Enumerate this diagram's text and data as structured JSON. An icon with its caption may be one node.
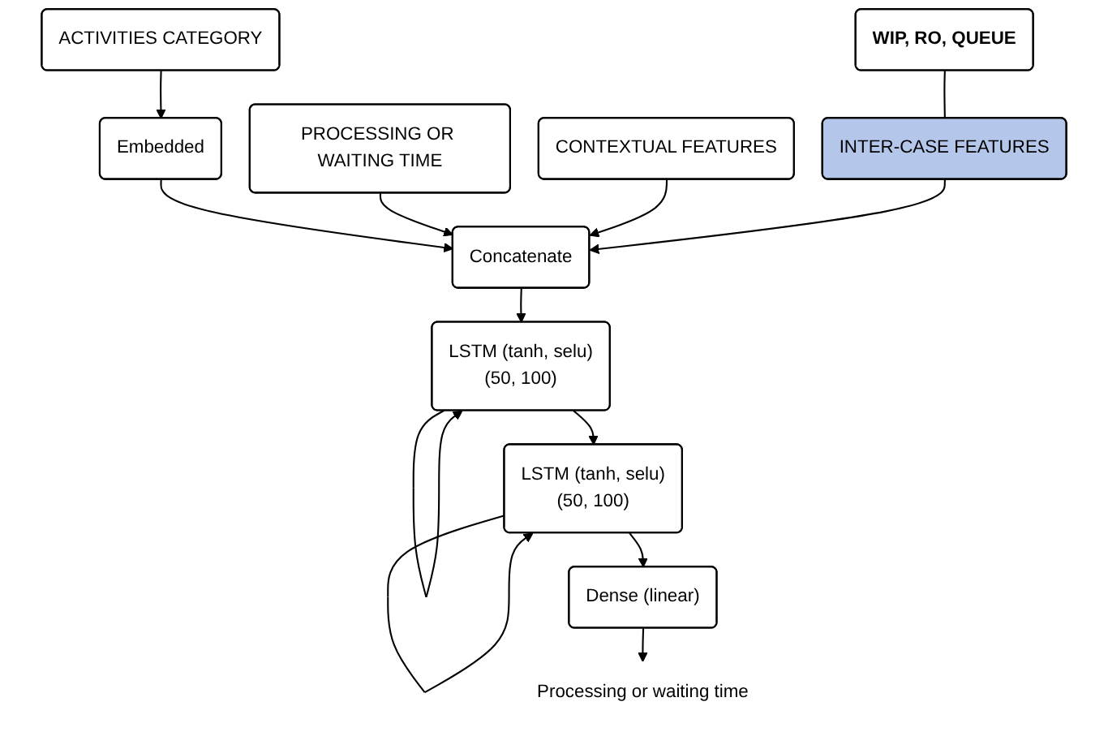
{
  "diagram": {
    "nodes": [
      {
        "text": [
          "ACTIVITIES CATEGORY"
        ]
      },
      {
        "text": [
          "PROCESSING OR WAITING TIME"
        ]
      },
      {
        "text": [
          "CONTEXTUAL FEATURES"
        ]
      },
      {
        "text": [
          "INTER-CASE FEATURES"
        ]
      },
      {
        "text": [
          "WIP, RO, QUEUE"
        ]
      },
      {
        "text": [
          "Embedded"
        ]
      },
      {
        "text": [
          "Concatenate"
        ]
      },
      {
        "text": [
          "LSTM (tanh, selu)",
          "(50, 100)"
        ]
      },
      {
        "text": [
          "LSTM (tanh, selu)",
          "(50, 100)"
        ]
      },
      {
        "text": [
          "Dense (linear)"
        ]
      },
      {
        "text": [
          "Processing or waiting time"
        ]
      }
    ],
    "edges": [
      {
        "from": 4,
        "to": 3,
        "arrow": "none"
      },
      {
        "from": 0,
        "to": 5,
        "arrow": "to"
      },
      {
        "from": 5,
        "to": 6,
        "arrow": "to"
      },
      {
        "from": 1,
        "to": 6,
        "arrow": "to"
      },
      {
        "from": 2,
        "to": 6,
        "arrow": "to"
      },
      {
        "from": 3,
        "to": 6,
        "arrow": "to"
      },
      {
        "from": 6,
        "to": 7,
        "arrow": "to"
      },
      {
        "from": 7,
        "to": 7,
        "arrow": "to"
      },
      {
        "from": 7,
        "to": 8,
        "arrow": "to"
      },
      {
        "from": 8,
        "to": 8,
        "arrow": "to"
      },
      {
        "from": 8,
        "to": 9,
        "arrow": "to"
      },
      {
        "from": 9,
        "to": 10,
        "arrow": "to"
      }
    ]
  }
}
